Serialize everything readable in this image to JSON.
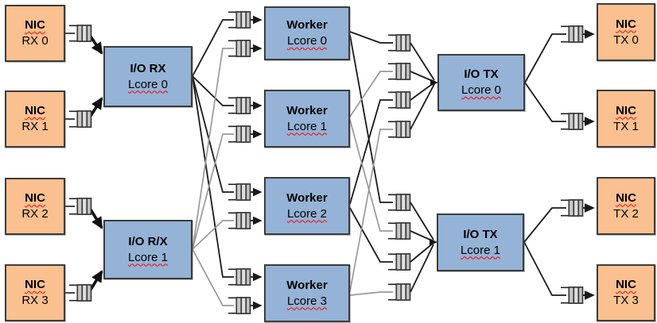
{
  "diagram": {
    "kind": "packet-processing pipeline diagram",
    "stages": [
      "NIC RX",
      "I/O RX lcores",
      "Worker lcores",
      "I/O TX lcores",
      "NIC TX"
    ]
  },
  "nodes": {
    "nic_rx": [
      {
        "title": "NIC",
        "subtitle": "RX 0"
      },
      {
        "title": "NIC",
        "subtitle": "RX 1"
      },
      {
        "title": "NIC",
        "subtitle": "RX 2"
      },
      {
        "title": "NIC",
        "subtitle": "RX 3"
      }
    ],
    "io_rx": [
      {
        "title": "I/O RX",
        "subtitle": "Lcore 0"
      },
      {
        "title": "I/O R/X",
        "subtitle": "Lcore 1"
      }
    ],
    "workers": [
      {
        "title": "Worker",
        "subtitle": "Lcore 0"
      },
      {
        "title": "Worker",
        "subtitle": "Lcore 1"
      },
      {
        "title": "Worker",
        "subtitle": "Lcore 2"
      },
      {
        "title": "Worker",
        "subtitle": "Lcore 3"
      }
    ],
    "io_tx": [
      {
        "title": "I/O TX",
        "subtitle": "Lcore 0"
      },
      {
        "title": "I/O TX",
        "subtitle": "Lcore 1"
      }
    ],
    "nic_tx": [
      {
        "title": "NIC",
        "subtitle": "TX 0"
      },
      {
        "title": "NIC",
        "subtitle": "TX 1"
      },
      {
        "title": "NIC",
        "subtitle": "TX 2"
      },
      {
        "title": "NIC",
        "subtitle": "TX 3"
      }
    ]
  },
  "icons": {
    "queue": "queue-icon (software ring / FIFO with filled slots)"
  },
  "colors": {
    "nic_fill": "#FAC090",
    "core_fill": "#95B3D7",
    "box_border": "#3C3C3C",
    "line_black": "#1A1A1A",
    "line_gray": "#999999",
    "queue_cell_a": "#C9C9C9",
    "queue_cell_b": "#E0E0E0",
    "spellcheck_squiggle": "#FF0000",
    "background": "#FFFFFF"
  }
}
